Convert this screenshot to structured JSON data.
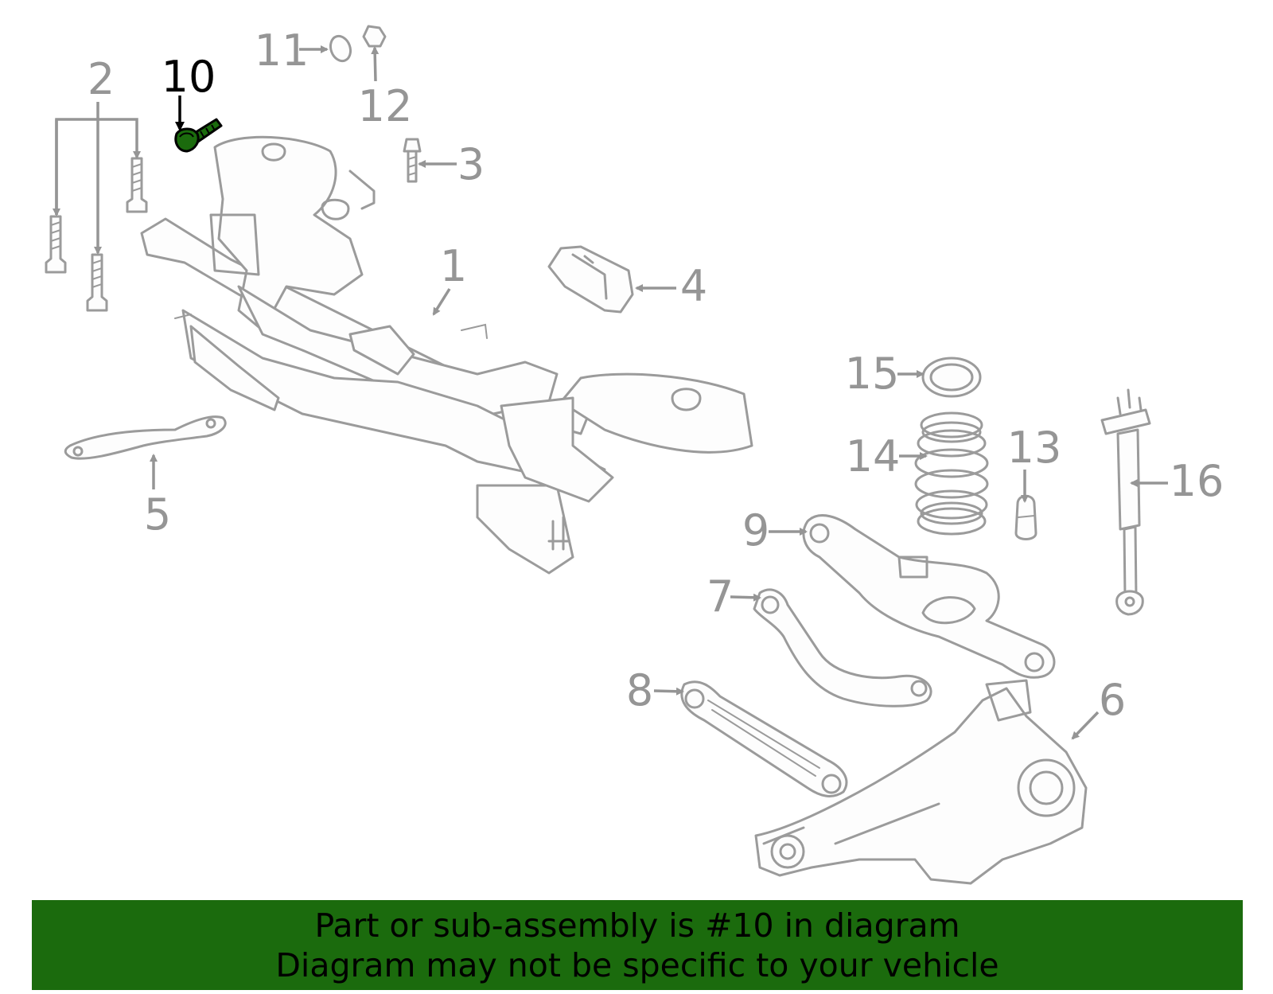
{
  "callouts": {
    "c1": "1",
    "c2": "2",
    "c3": "3",
    "c4": "4",
    "c5": "5",
    "c6": "6",
    "c7": "7",
    "c8": "8",
    "c9": "9",
    "c10": "10",
    "c11": "11",
    "c12": "12",
    "c13": "13",
    "c14": "14",
    "c15": "15",
    "c16": "16"
  },
  "highlighted_part": "10",
  "banner": {
    "line1": "Part or sub-assembly is #10 in diagram",
    "line2": "Diagram may not be specific to your vehicle"
  },
  "colors": {
    "banner_background": "#1b6b0d",
    "highlight_part": "#1b6b0d",
    "line_art": "#9b9b9b",
    "callout_text": "#959595"
  }
}
